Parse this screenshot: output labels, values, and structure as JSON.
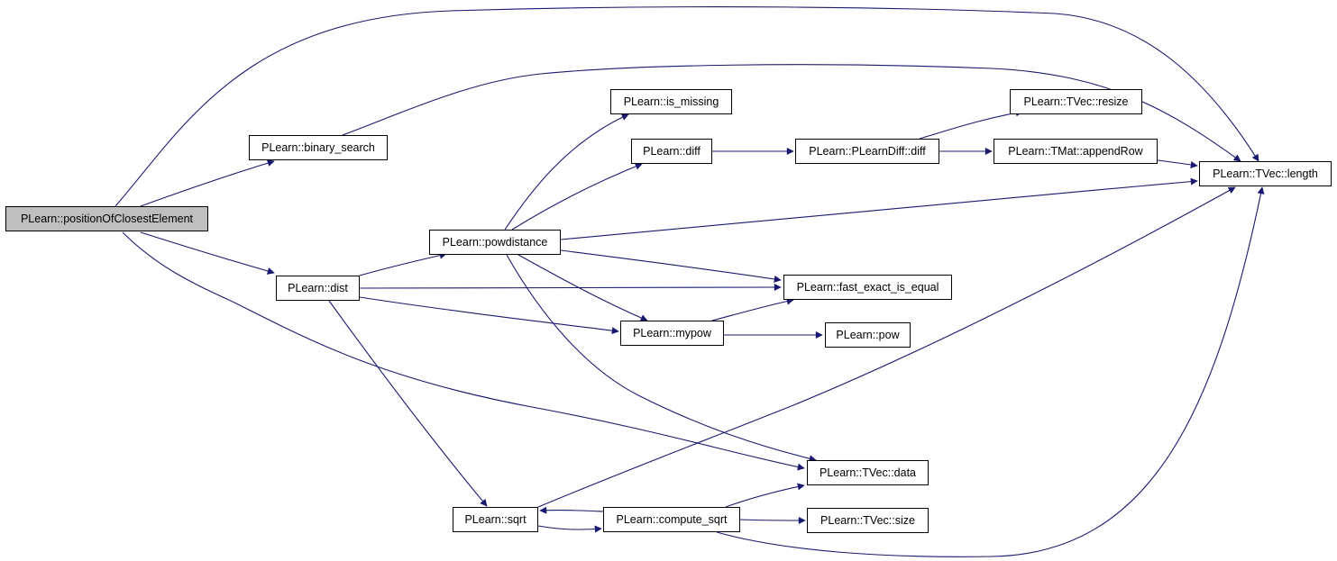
{
  "colors": {
    "edge": "#191970",
    "root_fill": "#bfbfbf",
    "node_fill": "#ffffff",
    "node_border": "#000000"
  },
  "nodes": {
    "positionOfClosestElement": "PLearn::positionOfClosestElement",
    "binary_search": "PLearn::binary_search",
    "dist": "PLearn::dist",
    "powdistance": "PLearn::powdistance",
    "is_missing": "PLearn::is_missing",
    "diff": "PLearn::diff",
    "plearndiff_diff": "PLearn::PLearnDiff::diff",
    "tvec_resize": "PLearn::TVec::resize",
    "tmat_appendrow": "PLearn::TMat::appendRow",
    "tvec_length": "PLearn::TVec::length",
    "fast_exact_is_equal": "PLearn::fast_exact_is_equal",
    "mypow": "PLearn::mypow",
    "pow": "PLearn::pow",
    "tvec_data": "PLearn::TVec::data",
    "sqrt": "PLearn::sqrt",
    "compute_sqrt": "PLearn::compute_sqrt",
    "tvec_size": "PLearn::TVec::size"
  },
  "edges": [
    [
      "positionOfClosestElement",
      "tvec_length"
    ],
    [
      "positionOfClosestElement",
      "binary_search"
    ],
    [
      "positionOfClosestElement",
      "dist"
    ],
    [
      "positionOfClosestElement",
      "tvec_data"
    ],
    [
      "binary_search",
      "tvec_length"
    ],
    [
      "dist",
      "powdistance"
    ],
    [
      "dist",
      "fast_exact_is_equal"
    ],
    [
      "dist",
      "mypow"
    ],
    [
      "dist",
      "sqrt"
    ],
    [
      "powdistance",
      "is_missing"
    ],
    [
      "powdistance",
      "diff"
    ],
    [
      "powdistance",
      "tvec_length"
    ],
    [
      "powdistance",
      "fast_exact_is_equal"
    ],
    [
      "powdistance",
      "mypow"
    ],
    [
      "powdistance",
      "tvec_data"
    ],
    [
      "diff",
      "plearndiff_diff"
    ],
    [
      "plearndiff_diff",
      "tvec_resize"
    ],
    [
      "plearndiff_diff",
      "tmat_appendrow"
    ],
    [
      "tmat_appendrow",
      "tvec_length"
    ],
    [
      "mypow",
      "fast_exact_is_equal"
    ],
    [
      "mypow",
      "pow"
    ],
    [
      "sqrt",
      "compute_sqrt"
    ],
    [
      "sqrt",
      "tvec_length"
    ],
    [
      "compute_sqrt",
      "sqrt"
    ],
    [
      "compute_sqrt",
      "tvec_data"
    ],
    [
      "compute_sqrt",
      "tvec_size"
    ],
    [
      "compute_sqrt",
      "tvec_length"
    ]
  ]
}
